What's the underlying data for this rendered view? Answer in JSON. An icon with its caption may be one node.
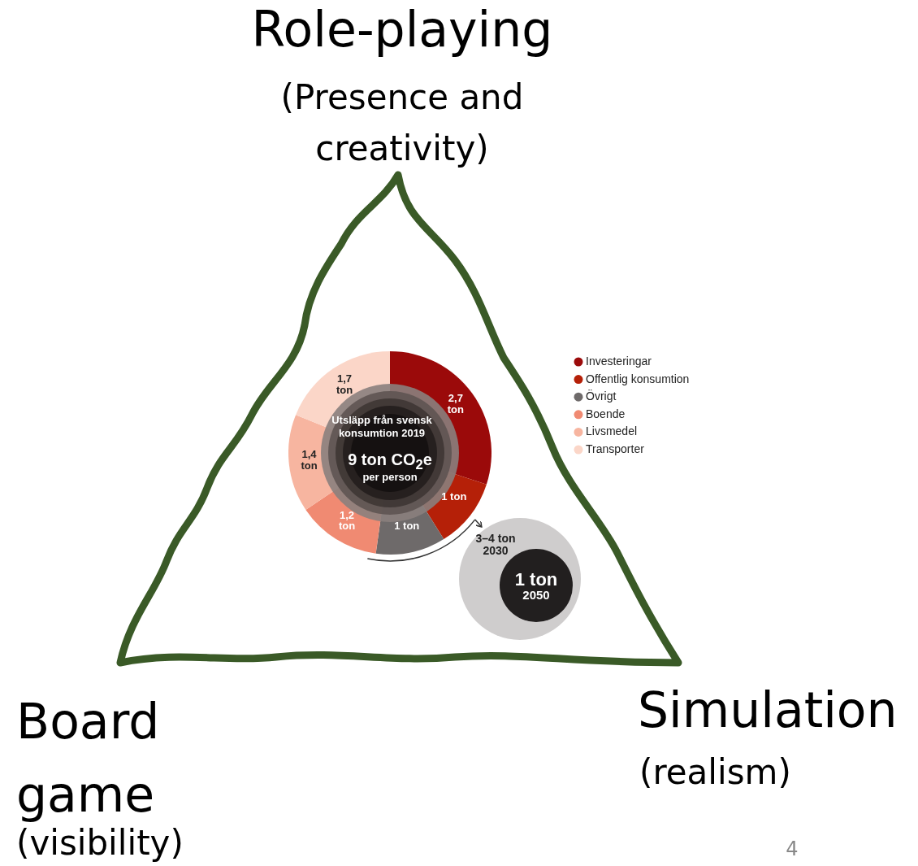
{
  "diagram": {
    "nodes": [
      {
        "text": [
          "3–4 ton",
          "2030"
        ]
      },
      {
        "text": [
          "1 ton",
          "2050"
        ],
        "in": 0
      }
    ],
    "edges": [],
    "labels": [
      "Role-playing",
      "(Presence and creativity)",
      "9 ton CO$_{2}$e",
      "per person",
      "Board game",
      "(visibility)",
      "Simulation",
      "(realism)",
      "4"
    ],
    "chart_data": {
      "type": "donut",
      "title": "Utsläpp från svensk konsumtion 2019",
      "categories": [
        "Investeringar",
        "Offentlig konsumtion",
        "Övrigt",
        "Boende",
        "Livsmedel",
        "Transporter"
      ],
      "values": [
        2.7,
        1,
        1,
        1.2,
        1.4,
        1.7
      ],
      "colors": [
        "#9b0a0a",
        "#b52008",
        "#6e6a6a",
        "#f08a72",
        "#f7b5a0",
        "#fbd6c8"
      ],
      "value_labels": [
        "2,7 ton",
        "1 ton",
        "1 ton",
        "1,2 ton",
        "1,4 ton",
        "1,7 ton"
      ],
      "legend": true
    }
  }
}
